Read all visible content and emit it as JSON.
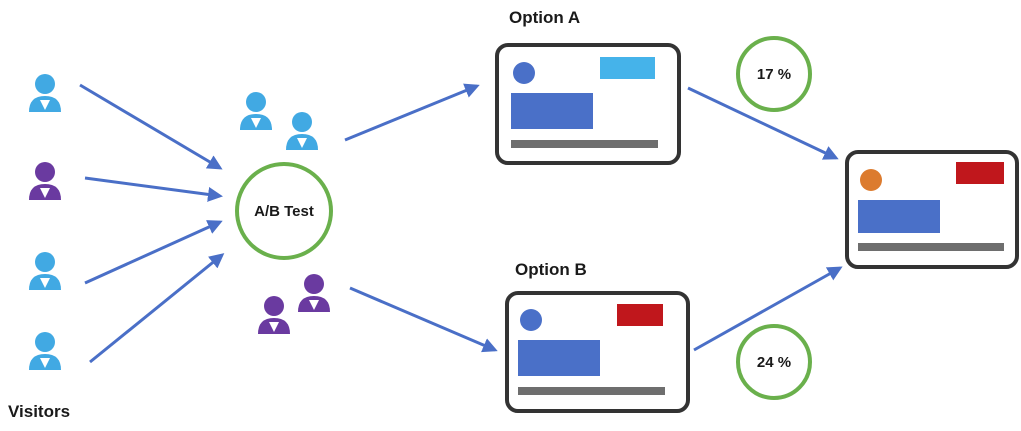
{
  "labels": {
    "visitors": "Visitors",
    "option_a": "Option A",
    "option_b": "Option B",
    "ab_test": "A/B Test",
    "rate_a": "17 %",
    "rate_b": "24 %"
  },
  "colors": {
    "arrow": "#4a6fc7",
    "visitor_blue": "#41a9e3",
    "visitor_purple": "#6a3aa0",
    "circle": "#6ab04c",
    "card_border": "#333333",
    "card_fill": "#ffffff",
    "block_blue": "#4a70c8",
    "bar_gray": "#6e6e6e",
    "button_a": "#45b3ea",
    "button_b": "#c0171c",
    "dot_orange": "#dc7b2e"
  }
}
